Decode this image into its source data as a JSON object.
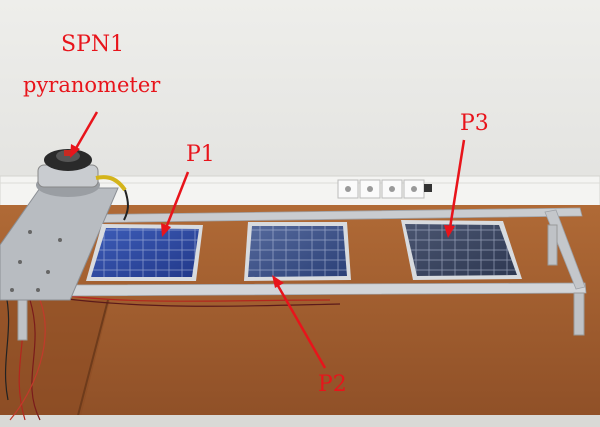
{
  "labels": {
    "pyranometer_line1": "SPN1",
    "pyranometer_line2": "pyranometer",
    "panel1": "P1",
    "panel2": "P2",
    "panel3": "P3"
  },
  "colors": {
    "annotation": "#e8141b",
    "wall": "#ecece9",
    "table": "#9c5a2e",
    "panel_blue": "#2c4aa0",
    "frame": "#c9ccd0"
  }
}
